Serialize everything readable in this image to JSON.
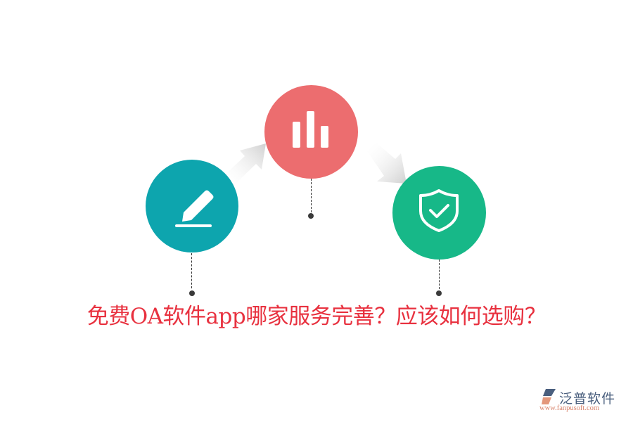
{
  "title": "免费OA软件app哪家服务完善？应该如何选购？",
  "steps": [
    {
      "icon": "pencil-edit-icon",
      "color": "#0da5ae"
    },
    {
      "icon": "bar-chart-icon",
      "color": "#ec6d6f"
    },
    {
      "icon": "shield-check-icon",
      "color": "#17b888"
    }
  ],
  "arrows": [
    {
      "from": 1,
      "to": 2,
      "color": "#d6d6d6"
    },
    {
      "from": 2,
      "to": 3,
      "color": "#d6d6d6"
    }
  ],
  "logo": {
    "name": "泛普软件",
    "url": "www.fanpusoft.com",
    "name_color": "#4a5f7e",
    "url_color": "#d9836b"
  }
}
